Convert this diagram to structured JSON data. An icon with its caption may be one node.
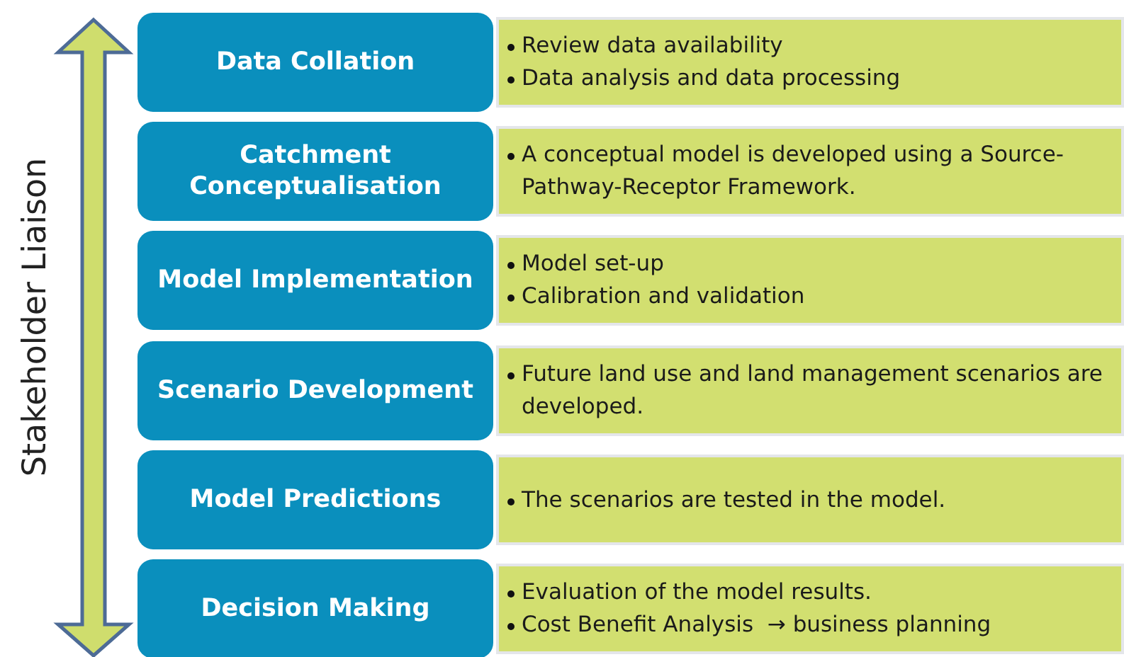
{
  "diagram": {
    "nodes": [
      {
        "text": [
          "Data Collation"
        ]
      },
      {
        "text": [
          "Review data availability",
          "Data analysis and data processing"
        ]
      },
      {
        "text": [
          "Catchment Conceptualisation"
        ]
      },
      {
        "text": [
          "A conceptual model is developed using a Source-Pathway-Receptor Framework."
        ]
      },
      {
        "text": [
          "Model Implementation"
        ]
      },
      {
        "text": [
          "Model set-up",
          "Calibration and validation"
        ]
      },
      {
        "text": [
          "Scenario Development"
        ]
      },
      {
        "text": [
          "Future land use and land management scenarios are developed."
        ]
      },
      {
        "text": [
          "Model Predictions"
        ]
      },
      {
        "text": [
          "The scenarios are tested in the model."
        ]
      },
      {
        "text": [
          "Decision Making"
        ]
      },
      {
        "text": [
          "Evaluation of the model results.",
          "Cost Benefit Analysis  → business planning"
        ]
      }
    ],
    "labels": [
      "Stakeholder Liaison"
    ]
  }
}
